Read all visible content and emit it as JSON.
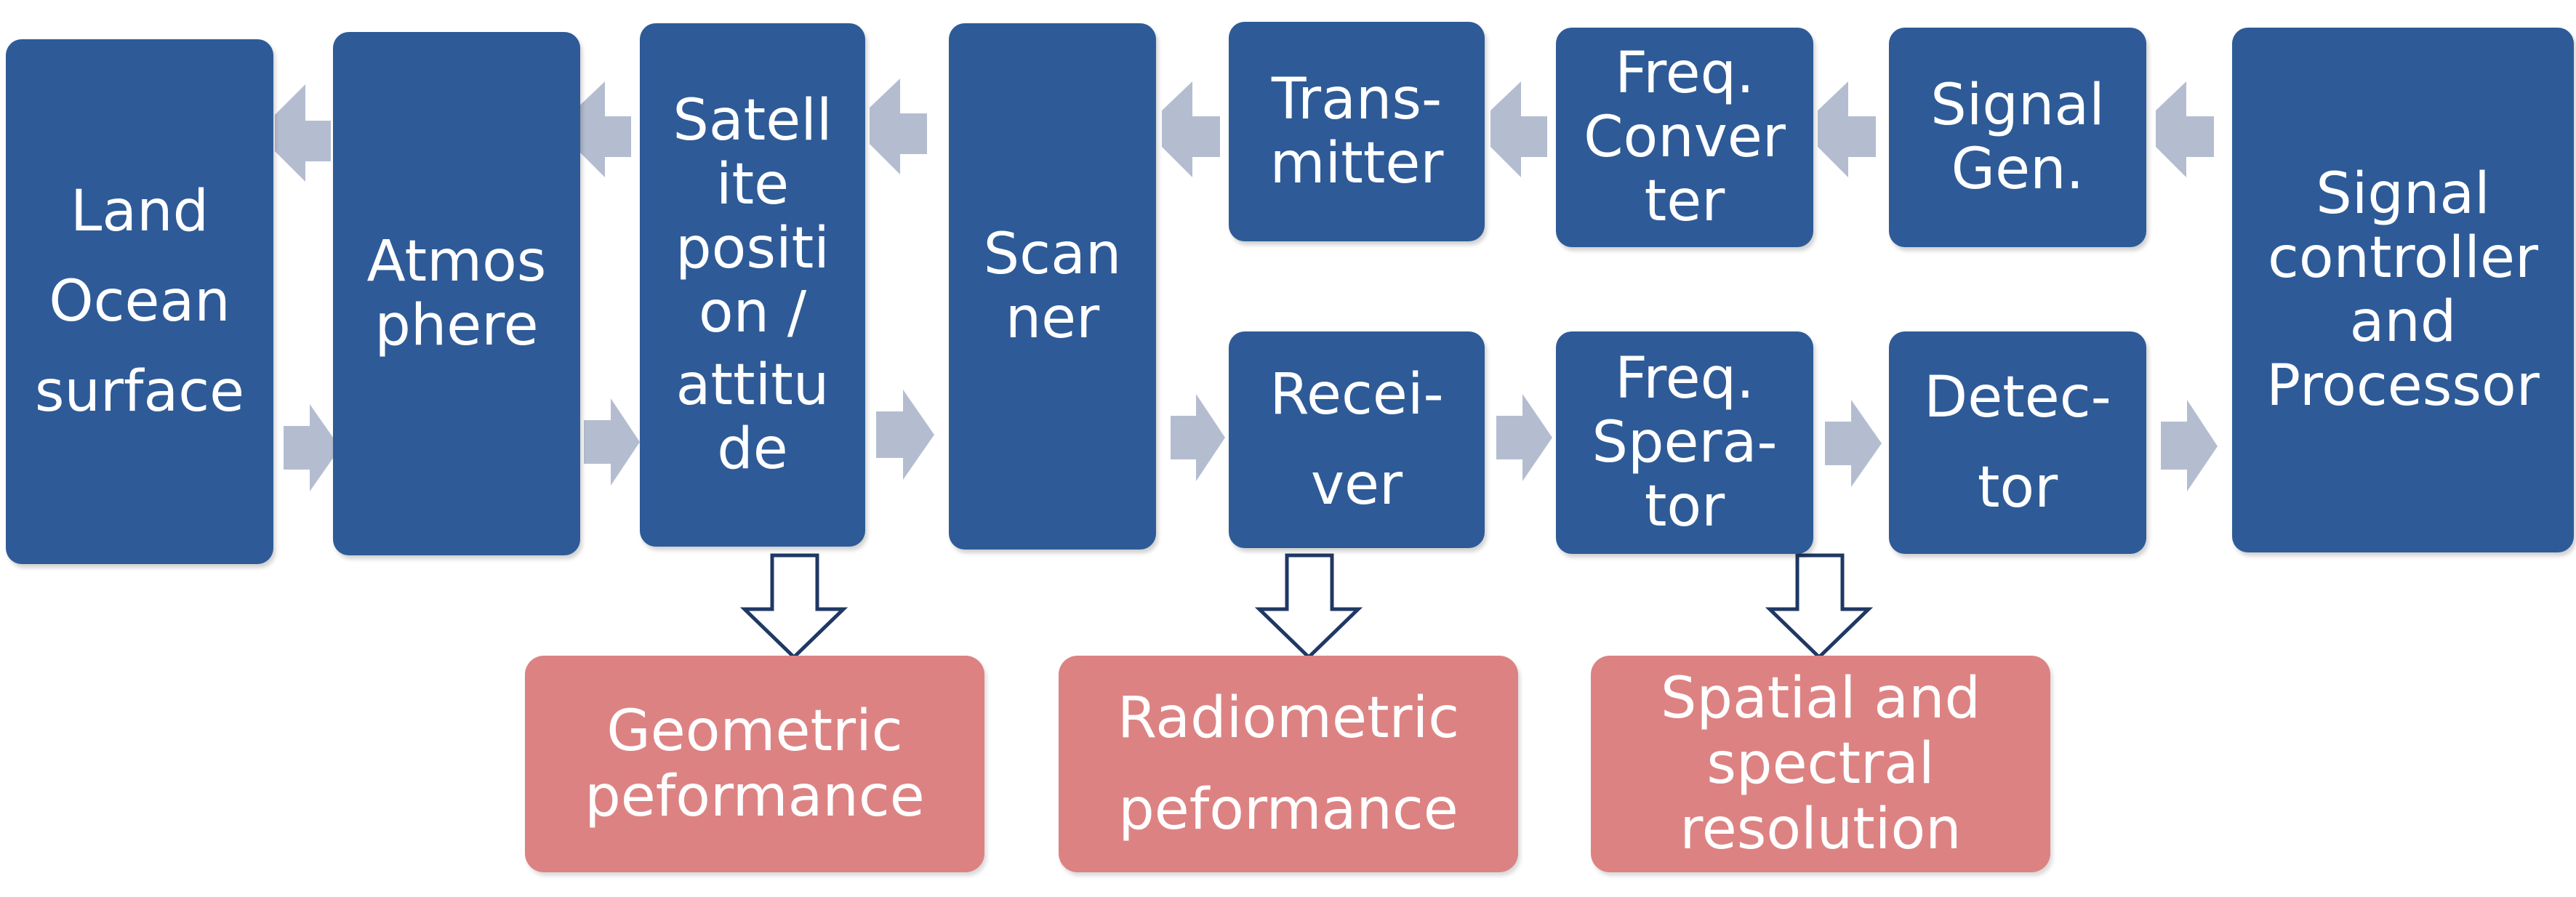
{
  "colors": {
    "box": "#2e5b97",
    "result_box": "#dd8282",
    "flow_arrow": "#b4bdd0",
    "down_arrow_stroke": "#1f3864"
  },
  "blocks": {
    "land": [
      "Land",
      "Ocean",
      "surface"
    ],
    "atmosphere": [
      "Atmos",
      "phere"
    ],
    "satellite": [
      "Satell",
      "ite",
      "positi",
      "on /",
      "attitu",
      "de"
    ],
    "scanner": [
      "Scan",
      "ner"
    ],
    "transmitter": [
      "Trans-",
      "mitter"
    ],
    "freq_converter": [
      "Freq.",
      "Conver",
      "ter"
    ],
    "signal_gen": [
      "Signal",
      "Gen."
    ],
    "controller": [
      "Signal",
      "controller",
      "and",
      "Processor"
    ],
    "receiver": [
      "Recei-",
      "ver"
    ],
    "freq_separator": [
      "Freq.",
      "Spera-",
      "tor"
    ],
    "detector": [
      "Detec-",
      "tor"
    ]
  },
  "results": {
    "geometric": [
      "Geometric",
      "peformance"
    ],
    "radiometric": [
      "Radiometric",
      "peformance"
    ],
    "spatial": [
      "Spatial and",
      "spectral",
      "resolution"
    ]
  }
}
